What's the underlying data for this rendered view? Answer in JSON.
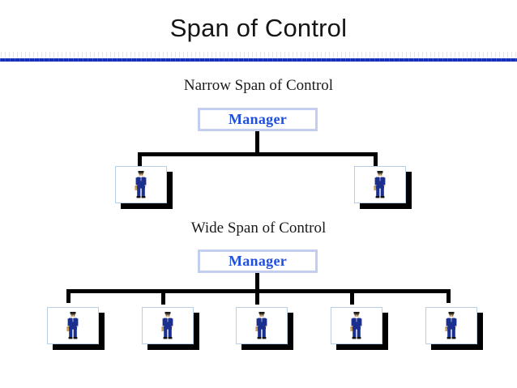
{
  "slide": {
    "title": "Span of Control",
    "background_color": "#ffffff"
  },
  "divider": {
    "gold_gradient_dark": "#6d5a33",
    "gold_gradient_light": "#fbf0d8",
    "blue_color": "#1430c0"
  },
  "sections": [
    {
      "id": "narrow",
      "heading": "Narrow Span of Control",
      "manager_label": "Manager",
      "manager_text_color": "#1f4fe0",
      "manager_border_color": "#c3cdef",
      "subordinate_count": 2,
      "subordinates": [
        {
          "icon": "businessman-icon"
        },
        {
          "icon": "businessman-icon"
        }
      ]
    },
    {
      "id": "wide",
      "heading": "Wide Span of Control",
      "manager_label": "Manager",
      "manager_text_color": "#1f4fe0",
      "manager_border_color": "#c3cdef",
      "subordinate_count": 5,
      "subordinates": [
        {
          "icon": "businessman-icon"
        },
        {
          "icon": "businessman-icon"
        },
        {
          "icon": "businessman-icon"
        },
        {
          "icon": "businessman-icon"
        },
        {
          "icon": "businessman-icon"
        }
      ]
    }
  ],
  "connectors": {
    "line_color": "#000000"
  }
}
